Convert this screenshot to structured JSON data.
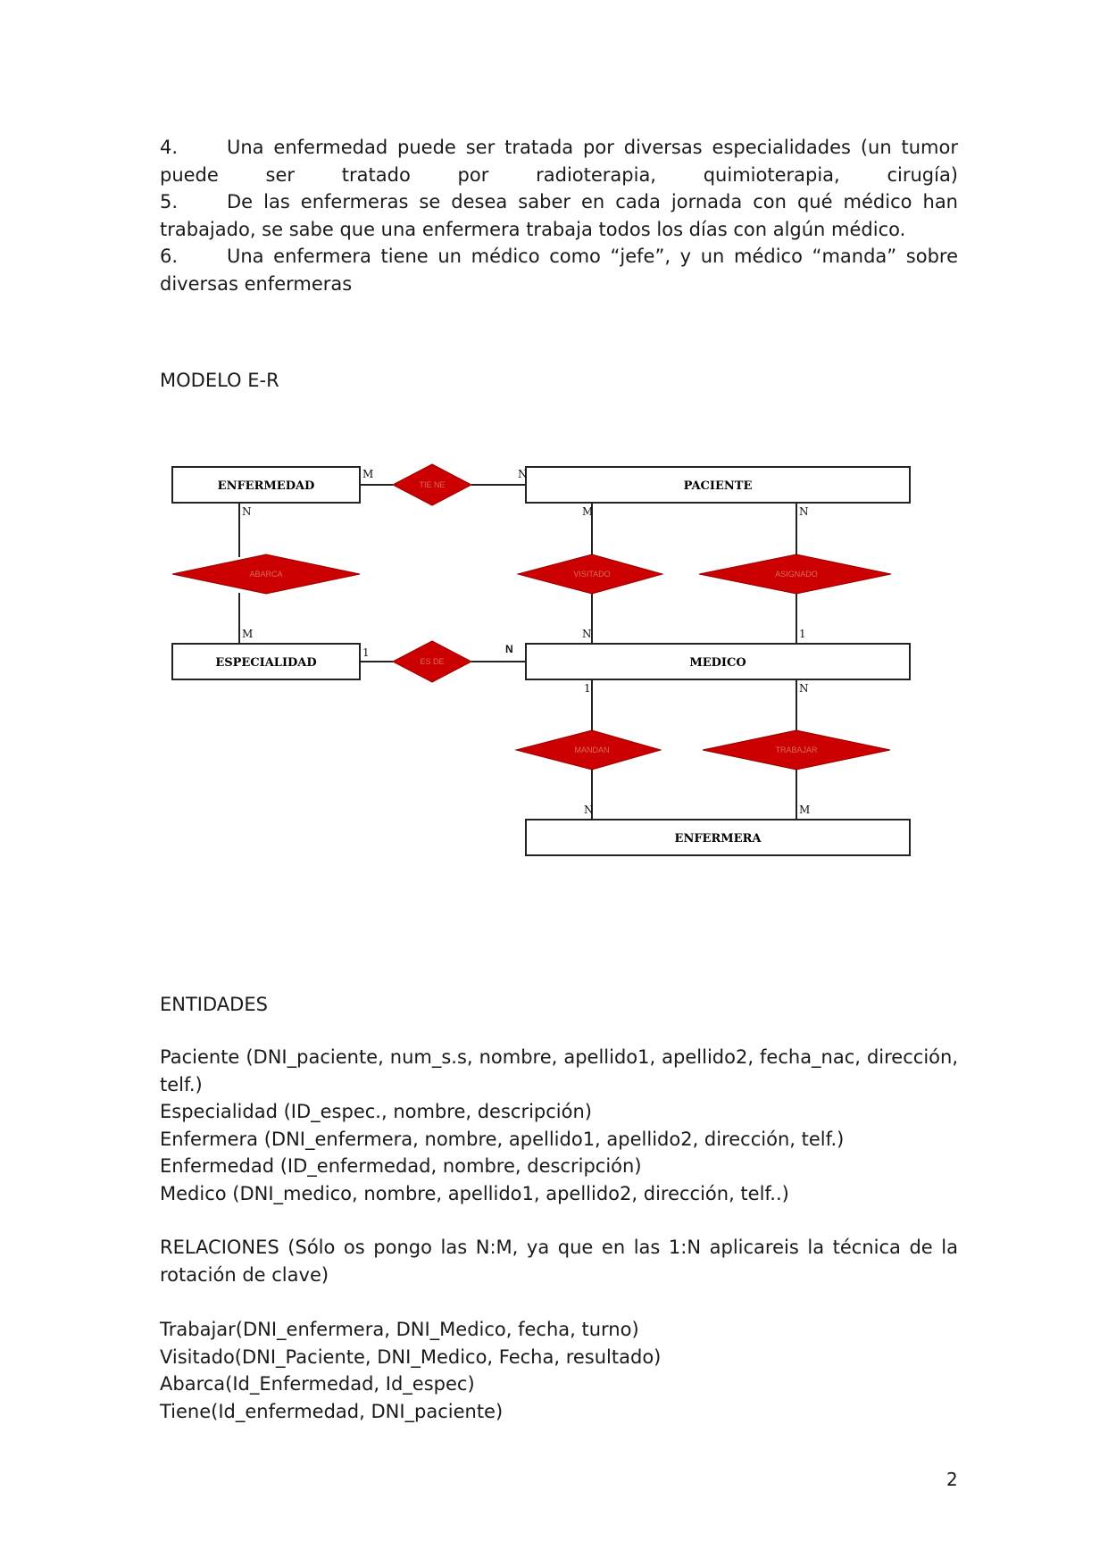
{
  "list": [
    {
      "num": "4.",
      "line1": "Una enfermedad puede ser tratada por diversas especialidades (un tumor",
      "line2": "puede ser tratado por radioterapia, quimioterapia, cirugía)"
    },
    {
      "num": "5.",
      "line1": "De las enfermeras se desea saber en cada jornada con qué médico han",
      "line2": "trabajado, se sabe que una enfermera trabaja todos los días con algún médico."
    },
    {
      "num": "6.",
      "line1": "Una enfermera tiene un médico como “jefe”, y un médico “manda” sobre",
      "line2": "diversas enfermeras"
    }
  ],
  "model_heading": "MODELO E-R",
  "diagram": {
    "entities": {
      "enfermedad": "ENFERMEDAD",
      "paciente": "PACIENTE",
      "especialidad": "ESPECIALIDAD",
      "medico": "MEDICO",
      "enfermera": "ENFERMERA"
    },
    "relations": {
      "tiene": "TIE NE",
      "abarca": "ABARCA",
      "visitado": "VISITADO",
      "asignado": "ASIGNADO",
      "es_de": "ES DE",
      "mandan": "MANDAN",
      "trabajar": "TRABAJAR"
    },
    "cardinalities": {
      "enfermedad_tiene": "M",
      "tiene_paciente": "N",
      "enfermedad_abarca": "N",
      "abarca_especialidad": "M",
      "paciente_visitado": "M",
      "visitado_medico": "N",
      "paciente_asignado": "N",
      "asignado_medico": "1",
      "especialidad_esde": "1",
      "esde_medico": "N",
      "medico_mandan": "1",
      "mandan_enfermera": "N",
      "medico_trabajar": "N",
      "trabajar_enfermera": "M"
    },
    "colors": {
      "relation_fill": "#cc0000",
      "entity_stroke": "#222222"
    }
  },
  "entities_heading": "ENTIDADES",
  "entities": {
    "paciente_line1": "Paciente (DNI_paciente, num_s.s, nombre, apellido1, apellido2, fecha_nac, dirección,",
    "paciente_line2": "telf.)",
    "especialidad": "Especialidad (ID_espec., nombre, descripción)",
    "enfermera": "Enfermera (DNI_enfermera, nombre, apellido1, apellido2, dirección, telf.)",
    "enfermedad": "Enfermedad (ID_enfermedad, nombre, descripción)",
    "medico": "Medico (DNI_medico, nombre, apellido1, apellido2, dirección, telf..)"
  },
  "relaciones": {
    "line1": "RELACIONES (Sólo os pongo las N:M, ya que en las 1:N aplicareis la técnica de la",
    "line2": "rotación de clave)",
    "items": [
      "Trabajar(DNI_enfermera, DNI_Medico, fecha, turno)",
      "Visitado(DNI_Paciente, DNI_Medico, Fecha, resultado)",
      "Abarca(Id_Enfermedad, Id_espec)",
      "Tiene(Id_enfermedad, DNI_paciente)"
    ]
  },
  "page_number": "2"
}
